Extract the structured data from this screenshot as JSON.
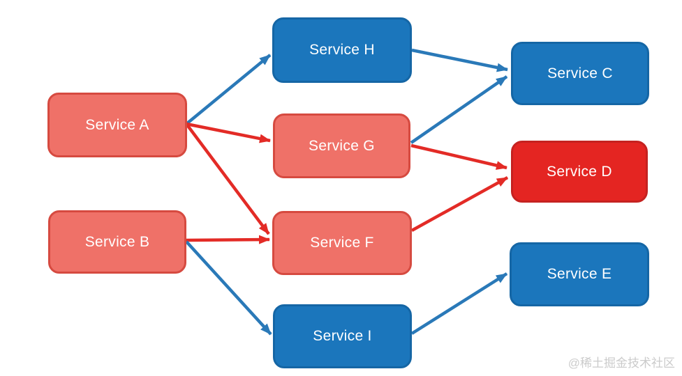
{
  "diagram": {
    "type": "flow-diagram",
    "description": "Service dependency diagram with colored arrows"
  },
  "nodes": [
    {
      "id": "service-a",
      "label": "Service A",
      "variant": "salmon"
    },
    {
      "id": "service-b",
      "label": "Service B",
      "variant": "salmon"
    },
    {
      "id": "service-h",
      "label": "Service H",
      "variant": "blue"
    },
    {
      "id": "service-g",
      "label": "Service G",
      "variant": "salmon"
    },
    {
      "id": "service-f",
      "label": "Service F",
      "variant": "salmon"
    },
    {
      "id": "service-i",
      "label": "Service I",
      "variant": "blue"
    },
    {
      "id": "service-c",
      "label": "Service C",
      "variant": "blue"
    },
    {
      "id": "service-d",
      "label": "Service D",
      "variant": "red"
    },
    {
      "id": "service-e",
      "label": "Service E",
      "variant": "blue"
    }
  ],
  "edges": [
    {
      "from": "service-a",
      "to": "service-h",
      "color": "blue"
    },
    {
      "from": "service-a",
      "to": "service-g",
      "color": "red"
    },
    {
      "from": "service-a",
      "to": "service-f",
      "color": "red"
    },
    {
      "from": "service-b",
      "to": "service-f",
      "color": "red"
    },
    {
      "from": "service-b",
      "to": "service-i",
      "color": "blue"
    },
    {
      "from": "service-h",
      "to": "service-c",
      "color": "blue"
    },
    {
      "from": "service-g",
      "to": "service-c",
      "color": "blue"
    },
    {
      "from": "service-g",
      "to": "service-d",
      "color": "red"
    },
    {
      "from": "service-f",
      "to": "service-d",
      "color": "red"
    },
    {
      "from": "service-i",
      "to": "service-e",
      "color": "blue"
    }
  ],
  "colors": {
    "background": "#FFFFFF",
    "salmon_fill": "#EF7168",
    "salmon_border": "#D64A40",
    "blue_fill": "#1B76BC",
    "blue_border": "#1566A5",
    "red_fill": "#E42522",
    "red_border": "#C52220",
    "blue_arrow": "#2A79B8",
    "red_arrow": "#E32B26",
    "watermark_text_color": "#CBCBCB",
    "node_text_color": "#FFFFFF"
  },
  "watermark": {
    "text": "@稀土掘金技术社区"
  }
}
